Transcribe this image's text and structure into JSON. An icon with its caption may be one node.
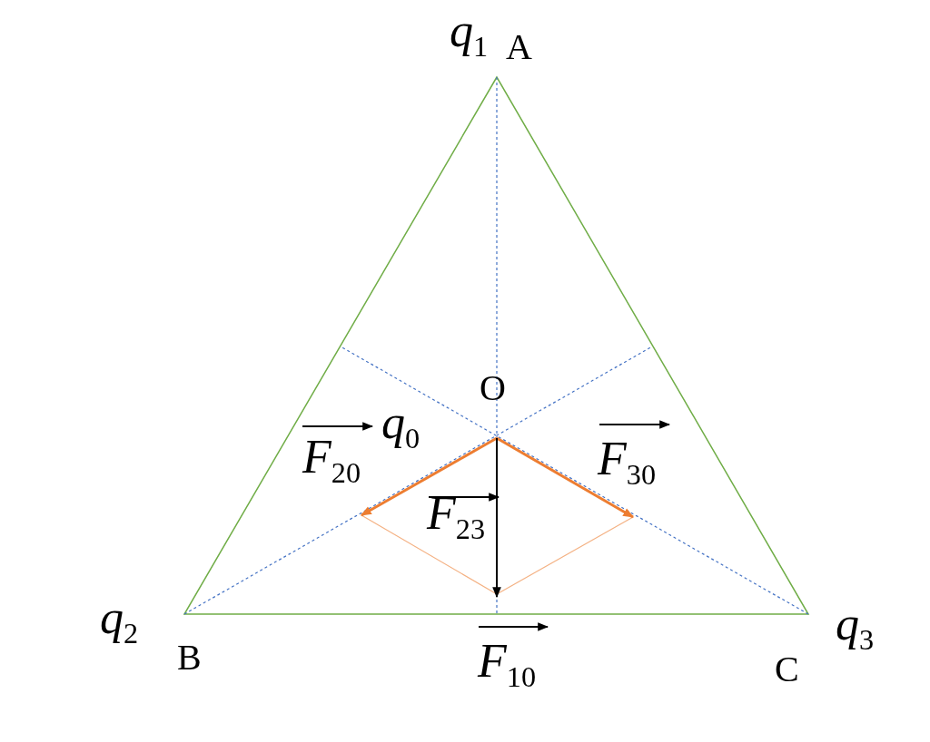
{
  "diagram": {
    "labels": [
      "*q*$_{1}$",
      "A",
      "O",
      "*q*$_{0}$",
      "*F*$_{20}$",
      "*F*$_{30}$",
      "*F*$_{23}$",
      "*q*$_{2}$",
      "*q*$_{3}$",
      "B",
      "*F*$_{10}$",
      "C"
    ]
  }
}
